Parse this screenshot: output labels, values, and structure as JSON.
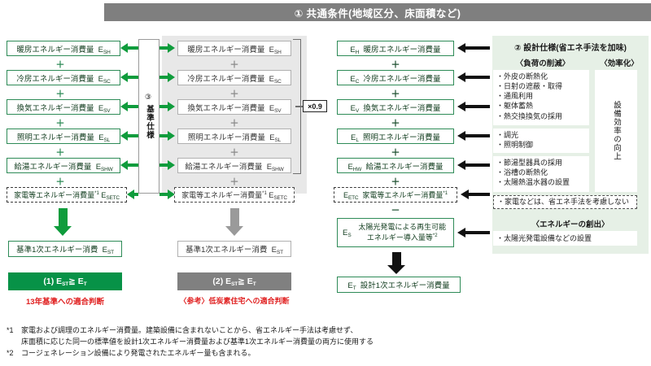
{
  "banner": {
    "title": "① 共通条件(地域区分、床面積など)"
  },
  "std_spec": {
    "number": "③",
    "label": "基準仕様"
  },
  "multiplier": {
    "label": "×0.9"
  },
  "left_column": {
    "items": [
      {
        "name": "暖房エネルギー消費量",
        "symbol": "E",
        "sub": "SH"
      },
      {
        "name": "冷房エネルギー消費量",
        "symbol": "E",
        "sub": "SC"
      },
      {
        "name": "換気エネルギー消費量",
        "symbol": "E",
        "sub": "SV"
      },
      {
        "name": "照明エネルギー消費量",
        "symbol": "E",
        "sub": "SL"
      },
      {
        "name": "給湯エネルギー消費量",
        "symbol": "E",
        "sub": "SHW"
      }
    ],
    "appliance": {
      "name": "家電等エネルギー消費量",
      "note": "*1",
      "symbol": "E",
      "sub": "SETC"
    },
    "plus": "＋",
    "result_box": {
      "name": "基準1次エネルギー消費",
      "symbol": "E",
      "sub": "ST"
    },
    "result_bar": {
      "label": "(1) E",
      "sub1": "ST",
      "compare": "≧ E",
      "sub2": "T"
    },
    "caption": "13年基準への適合判断"
  },
  "middle_column": {
    "items": [
      {
        "name": "暖房エネルギー消費量",
        "symbol": "E",
        "sub": "SH"
      },
      {
        "name": "冷房エネルギー消費量",
        "symbol": "E",
        "sub": "SC"
      },
      {
        "name": "換気エネルギー消費量",
        "symbol": "E",
        "sub": "SV"
      },
      {
        "name": "照明エネルギー消費量",
        "symbol": "E",
        "sub": "SL"
      },
      {
        "name": "給湯エネルギー消費量",
        "symbol": "E",
        "sub": "SHW"
      }
    ],
    "appliance": {
      "name": "家電等エネルギー消費量",
      "note": "*1",
      "symbol": "E",
      "sub": "SETC"
    },
    "plus": "＋",
    "result_box": {
      "name": "基準1次エネルギー消費",
      "symbol": "E",
      "sub": "ST"
    },
    "result_bar": {
      "label": "(2) E",
      "sub1": "ST",
      "compare": "≧ E",
      "sub2": "T"
    },
    "caption": "〈参考〉低炭素住宅への適合判断"
  },
  "right_column": {
    "items": [
      {
        "symbol": "E",
        "sub": "H",
        "name": "暖房エネルギー消費量"
      },
      {
        "symbol": "E",
        "sub": "C",
        "name": "冷房エネルギー消費量"
      },
      {
        "symbol": "E",
        "sub": "V",
        "name": "換気エネルギー消費量"
      },
      {
        "symbol": "E",
        "sub": "L",
        "name": "照明エネルギー消費量"
      },
      {
        "symbol": "E",
        "sub": "HW",
        "name": "給湯エネルギー消費量"
      }
    ],
    "appliance": {
      "symbol": "E",
      "sub": "ETC",
      "name": "家電等エネルギー消費量",
      "note": "*1"
    },
    "plus": "＋",
    "minus": "－",
    "solar": {
      "symbol": "E",
      "sub": "S",
      "line1": "太陽光発電による再生可能",
      "line2": "エネルギー導入量等",
      "note": "*2"
    },
    "result_box": {
      "symbol": "E",
      "sub": "T",
      "name": "設計1次エネルギー消費量"
    }
  },
  "design_panel": {
    "title": "② 設計仕様(省エネ手法を加味)",
    "load_heading": "〈負荷の削減〉",
    "efficiency_heading": "〈効率化〉",
    "efficiency_text": "設備効率の向上",
    "group1": [
      "・外皮の断熱化",
      "・日射の遮蔽・取得",
      "・通風利用",
      "・躯体蓄熱",
      "・熱交換換気の採用"
    ],
    "group2": [
      "・調光",
      "・照明制御"
    ],
    "group3": [
      "・節湯型器具の採用",
      "・浴槽の断熱化",
      "・太陽熱温水器の設置"
    ],
    "appliance_note": "・家電などは、省エネ手法を考慮しない",
    "creation_heading": "〈エネルギーの創出〉",
    "creation_item": "・太陽光発電設備などの設置"
  },
  "footnotes": [
    {
      "mark": "*1",
      "line1": "家電および調理のエネルギー消費量。建築設備に含まれないことから、省エネルギー手法は考慮せず、",
      "line2": "床面積に応じた同一の標準値を設計1次エネルギー消費量および基準1次エネルギー消費量の両方に使用する"
    },
    {
      "mark": "*2",
      "line1": "コージェネレーション設備により発電されたエネルギー量も含まれる。",
      "line2": ""
    }
  ],
  "colors": {
    "green_border": "#2e8b57",
    "green_fill": "#079247",
    "arrow_green": "#0f9c3c",
    "banner_gray": "#7f7f7f",
    "panel_gray": "#e8e8e8",
    "panel_green": "#e6f0e6",
    "red_caption": "#e02020"
  }
}
